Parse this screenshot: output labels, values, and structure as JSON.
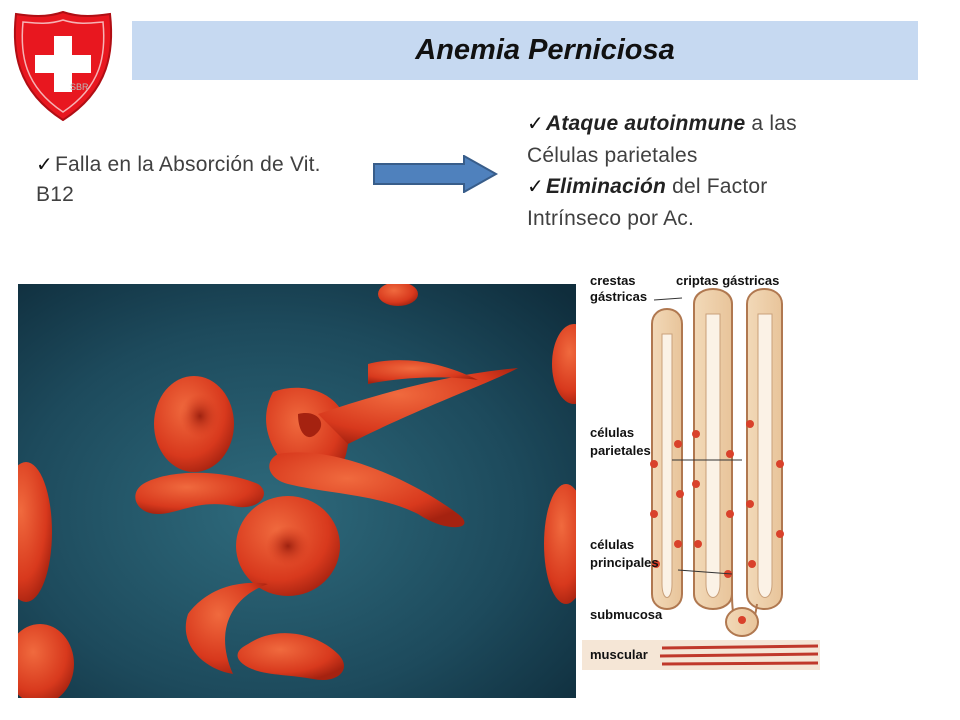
{
  "title": "Anemia Perniciosa",
  "logo": {
    "text": "SBR",
    "icon": "swiss-cross-shield-icon"
  },
  "left_bullet": {
    "text": "Falla en la Absorción de Vit. B12"
  },
  "arrow_icon": "right-arrow-icon",
  "right_bullets": [
    {
      "bold": "Ataque autoinmune",
      "rest": " a las Células parietales"
    },
    {
      "bold": "Eliminación",
      "rest": " del Factor Intrínseco por Ac."
    }
  ],
  "photo": {
    "subject": "red-blood-cells-micrograph"
  },
  "diagram": {
    "labels": {
      "crestas": "crestas",
      "gastricas": "gástricas",
      "criptas": "criptas gástricas",
      "celulas_parietales_1": "células",
      "celulas_parietales_2": "parietales",
      "celulas_principales_1": "células",
      "celulas_principales_2": "principales",
      "submucosa": "submucosa",
      "muscular": "muscular"
    }
  },
  "colors": {
    "title_bar": "#c6d9f1",
    "shield": "#e8171f",
    "arrow": "#4f81bd",
    "photo_bg": "#1f4c5e",
    "cell": "#d8391d"
  }
}
